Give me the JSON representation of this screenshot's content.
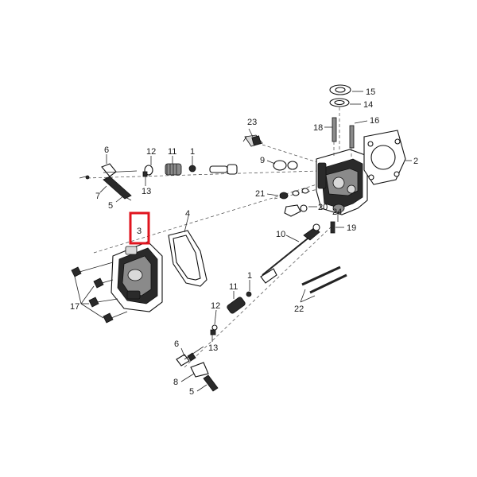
{
  "diagram": {
    "labels": {
      "l1a": "1",
      "l1b": "1",
      "l2": "2",
      "l3": "3",
      "l4": "4",
      "l5a": "5",
      "l5b": "5",
      "l6a": "6",
      "l6b": "6",
      "l7": "7",
      "l8": "8",
      "l9": "9",
      "l10": "10",
      "l11a": "11",
      "l11b": "11",
      "l12a": "12",
      "l12b": "12",
      "l13a": "13",
      "l13b": "13",
      "l14": "14",
      "l15": "15",
      "l16": "16",
      "l17": "17",
      "l18": "18",
      "l19": "19",
      "l20": "20",
      "l21": "21",
      "l22": "22",
      "l23": "23",
      "l24": "24"
    },
    "highlight": {
      "color": "#e0141e",
      "label_ref": "3"
    }
  }
}
